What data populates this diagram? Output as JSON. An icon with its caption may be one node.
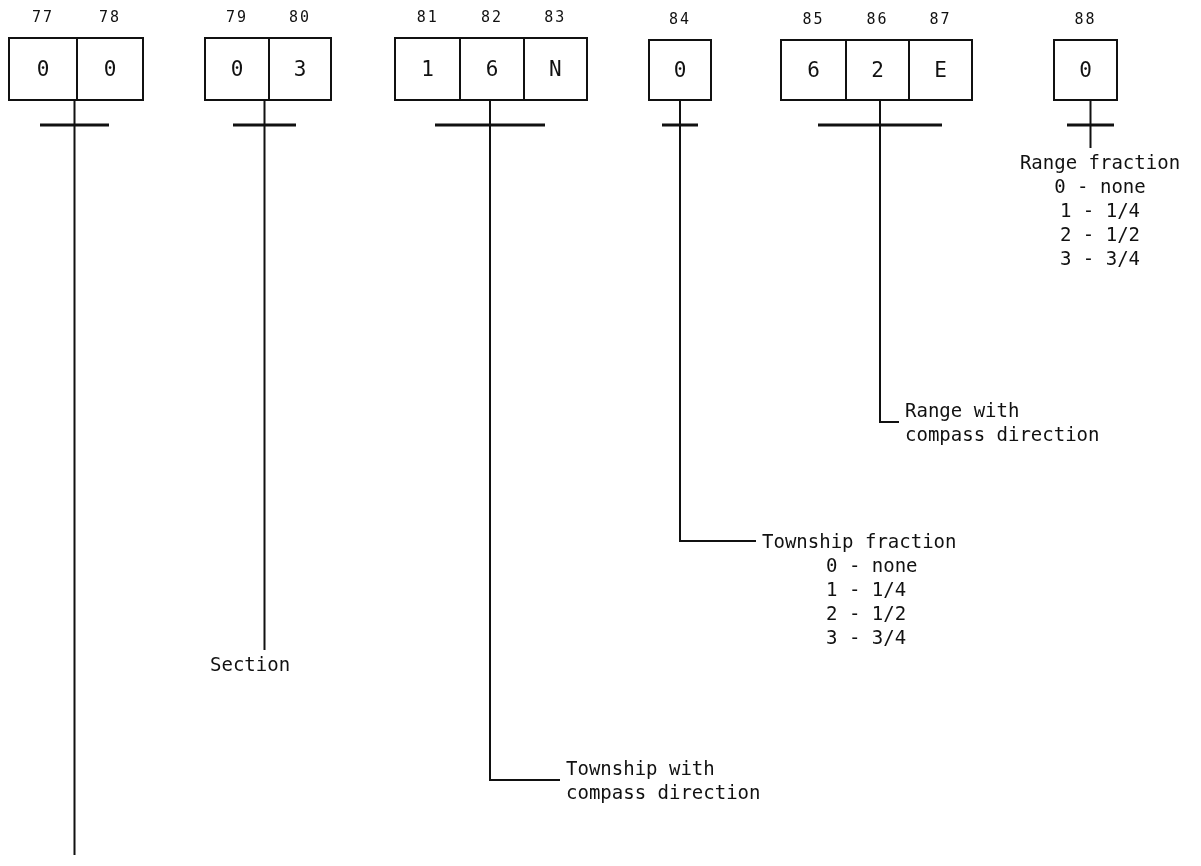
{
  "diagram": {
    "nodes": [
      {
        "text": [],
        "shape": "box"
      },
      {
        "text": [
          "0"
        ],
        "in": 0,
        "beside": [
          "77"
        ]
      },
      {
        "text": [
          "0"
        ],
        "in": 0,
        "beside": [
          "78"
        ]
      },
      {
        "text": [],
        "shape": "box"
      },
      {
        "text": [
          "0"
        ],
        "in": 3,
        "beside": [
          "79"
        ]
      },
      {
        "text": [
          "3"
        ],
        "in": 3,
        "beside": [
          "80"
        ]
      },
      {
        "text": [],
        "shape": "box"
      },
      {
        "text": [
          "1"
        ],
        "in": 6,
        "beside": [
          "81"
        ]
      },
      {
        "text": [
          "6"
        ],
        "in": 6,
        "beside": [
          "82"
        ]
      },
      {
        "text": [
          "N"
        ],
        "in": 6,
        "beside": [
          "83"
        ]
      },
      {
        "text": [],
        "shape": "box"
      },
      {
        "text": [
          "0"
        ],
        "in": 10,
        "beside": [
          "84"
        ]
      },
      {
        "text": [],
        "shape": "box"
      },
      {
        "text": [
          "6"
        ],
        "in": 12,
        "beside": [
          "85"
        ]
      },
      {
        "text": [
          "2"
        ],
        "in": 12,
        "beside": [
          "86"
        ]
      },
      {
        "text": [
          "E"
        ],
        "in": 12,
        "beside": [
          "87"
        ]
      },
      {
        "text": [],
        "shape": "box"
      },
      {
        "text": [
          "0"
        ],
        "in": 16,
        "beside": [
          "88"
        ]
      },
      {
        "text": [
          "Range fraction",
          "0 - none",
          "1 - 1/4",
          "2 - 1/2",
          "3 - 3/4"
        ]
      },
      {
        "text": [
          "Range with compass direction"
        ]
      },
      {
        "text": [
          "Township fraction",
          "0 - none",
          "1 - 1/4",
          "2 - 1/2",
          "3 - 3/4"
        ]
      },
      {
        "text": [
          "Section"
        ]
      },
      {
        "text": [
          "Township with compass direction"
        ]
      }
    ],
    "edges": [
      {
        "from": 0,
        "to": null,
        "arrow": "none"
      },
      {
        "from": 3,
        "to": 21,
        "arrow": "none"
      },
      {
        "from": 6,
        "to": 22,
        "arrow": "none"
      },
      {
        "from": 10,
        "to": 20,
        "arrow": "none"
      },
      {
        "from": 12,
        "to": 19,
        "arrow": "none"
      },
      {
        "from": 16,
        "to": 18,
        "arrow": "none"
      }
    ]
  }
}
